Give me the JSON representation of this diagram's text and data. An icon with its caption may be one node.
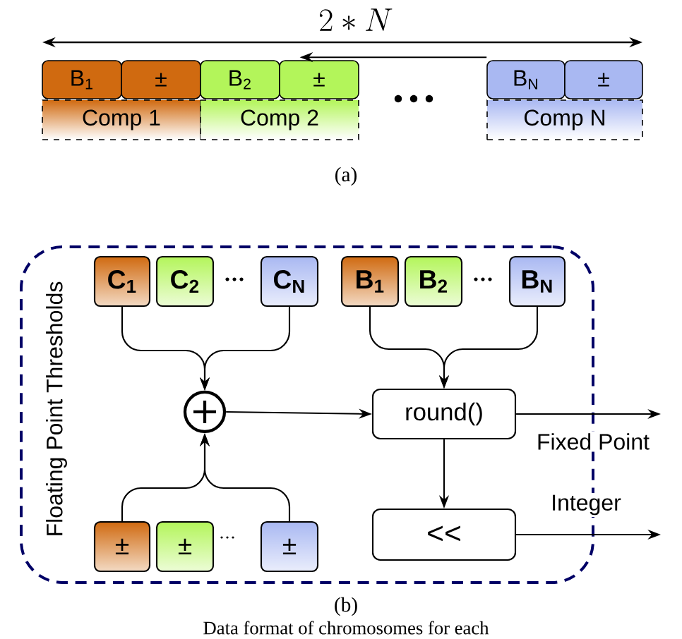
{
  "diagram": {
    "caption": "Data format of chromosomes for each",
    "nodes": [
      {
        "text": [
          "B$_{1}$"
        ]
      },
      {
        "text": [
          "±"
        ]
      },
      {
        "text": [
          "B$_{2}$"
        ]
      },
      {
        "text": [
          "±"
        ]
      },
      {
        "text": [
          "B$_{N}$"
        ]
      },
      {
        "text": [
          "±"
        ]
      },
      {
        "text": [
          "Comp 1"
        ]
      },
      {
        "text": [
          "Comp 2"
        ]
      },
      {
        "text": [
          "Comp N"
        ]
      },
      {
        "text": [
          "Floating Point Thresholds"
        ]
      },
      {
        "text": [
          "C$_{1}$"
        ],
        "in": 9
      },
      {
        "text": [
          "C$_{2}$"
        ],
        "in": 9
      },
      {
        "text": [
          "C$_{N}$"
        ],
        "in": 9
      },
      {
        "text": [
          "B$_{1}$"
        ],
        "in": 9
      },
      {
        "text": [
          "B$_{2}$"
        ],
        "in": 9
      },
      {
        "text": [
          "B$_{N}$"
        ],
        "in": 9
      },
      {
        "text": [],
        "shape": "circle",
        "in": 9
      },
      {
        "text": [
          "round()"
        ],
        "in": 9
      },
      {
        "text": [
          "<<"
        ],
        "in": 9
      },
      {
        "text": [
          "±"
        ],
        "in": 9
      },
      {
        "text": [
          "±"
        ],
        "in": 9
      },
      {
        "text": [
          "±"
        ],
        "in": 9
      }
    ],
    "edges": [
      {
        "from": 10,
        "to": 16,
        "arrow": "to"
      },
      {
        "from": 12,
        "to": 16,
        "arrow": "to"
      },
      {
        "from": 19,
        "to": 16,
        "arrow": "to"
      },
      {
        "from": 21,
        "to": 16,
        "arrow": "to"
      },
      {
        "from": 13,
        "to": 17,
        "arrow": "to"
      },
      {
        "from": 15,
        "to": 17,
        "arrow": "to"
      },
      {
        "from": 16,
        "to": 17,
        "arrow": "to"
      },
      {
        "from": 17,
        "to": null,
        "arrow": "to",
        "label": "Fixed Point"
      },
      {
        "from": 17,
        "to": 18,
        "arrow": "to"
      },
      {
        "from": 18,
        "to": null,
        "arrow": "to",
        "label": "Integer"
      },
      {
        "from": 4,
        "to": 3,
        "arrow": "to"
      }
    ],
    "labels": [
      "2*N",
      "(a)",
      "(b)"
    ]
  }
}
